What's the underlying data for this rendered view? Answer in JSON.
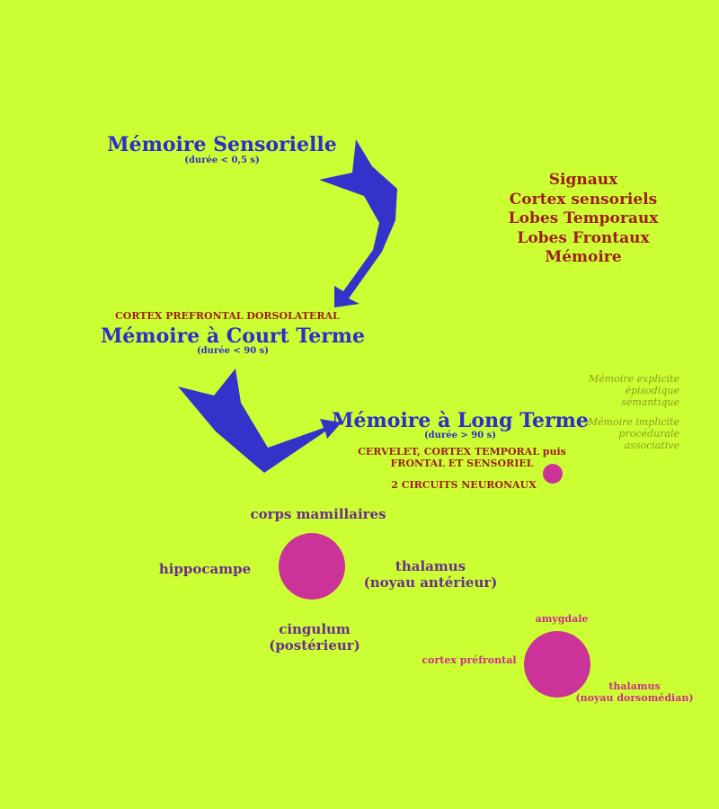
{
  "memoire_sensorielle": {
    "title": "Mémoire Sensorielle",
    "duree": "(durée < 0,5 s)"
  },
  "signaux_list": [
    "Signaux",
    "Cortex sensoriels",
    "Lobes Temporaux",
    "Lobes Frontaux",
    "Mémoire"
  ],
  "court_terme": {
    "region": "CORTEX PREFRONTAL DORSOLATERAL",
    "title": "Mémoire à Court Terme",
    "duree": "(durée < 90 s)"
  },
  "long_terme": {
    "title": "Mémoire à Long Terme",
    "duree": "(durée > 90 s)",
    "region_line1": "CERVELET, CORTEX TEMPORAL puis",
    "region_line2": "FRONTAL ET SENSORIEL",
    "circuits": "2 CIRCUITS NEURONAUX"
  },
  "memoire_types": {
    "explicite": [
      "Mémoire explicite",
      "épisodique",
      "sémantique"
    ],
    "implicite": [
      "Mémoire implicite",
      "procédurale",
      "associative"
    ]
  },
  "circuit_papez": {
    "top": "corps mamillaires",
    "left": "hippocampe",
    "right_line1": "thalamus",
    "right_line2": "(noyau antérieur)",
    "bottom_line1": "cingulum",
    "bottom_line2": "(postérieur)"
  },
  "circuit_yakovlev": {
    "top": "amygdale",
    "left": "cortex préfrontal",
    "right_line1": "thalamus",
    "right_line2": "(noyau dorsomédian)"
  },
  "colors": {
    "background": "#ccff33",
    "arrow": "#3333cc",
    "circle": "#cc3399",
    "title": "#2e2ec8",
    "red_text": "#a01e1e"
  }
}
